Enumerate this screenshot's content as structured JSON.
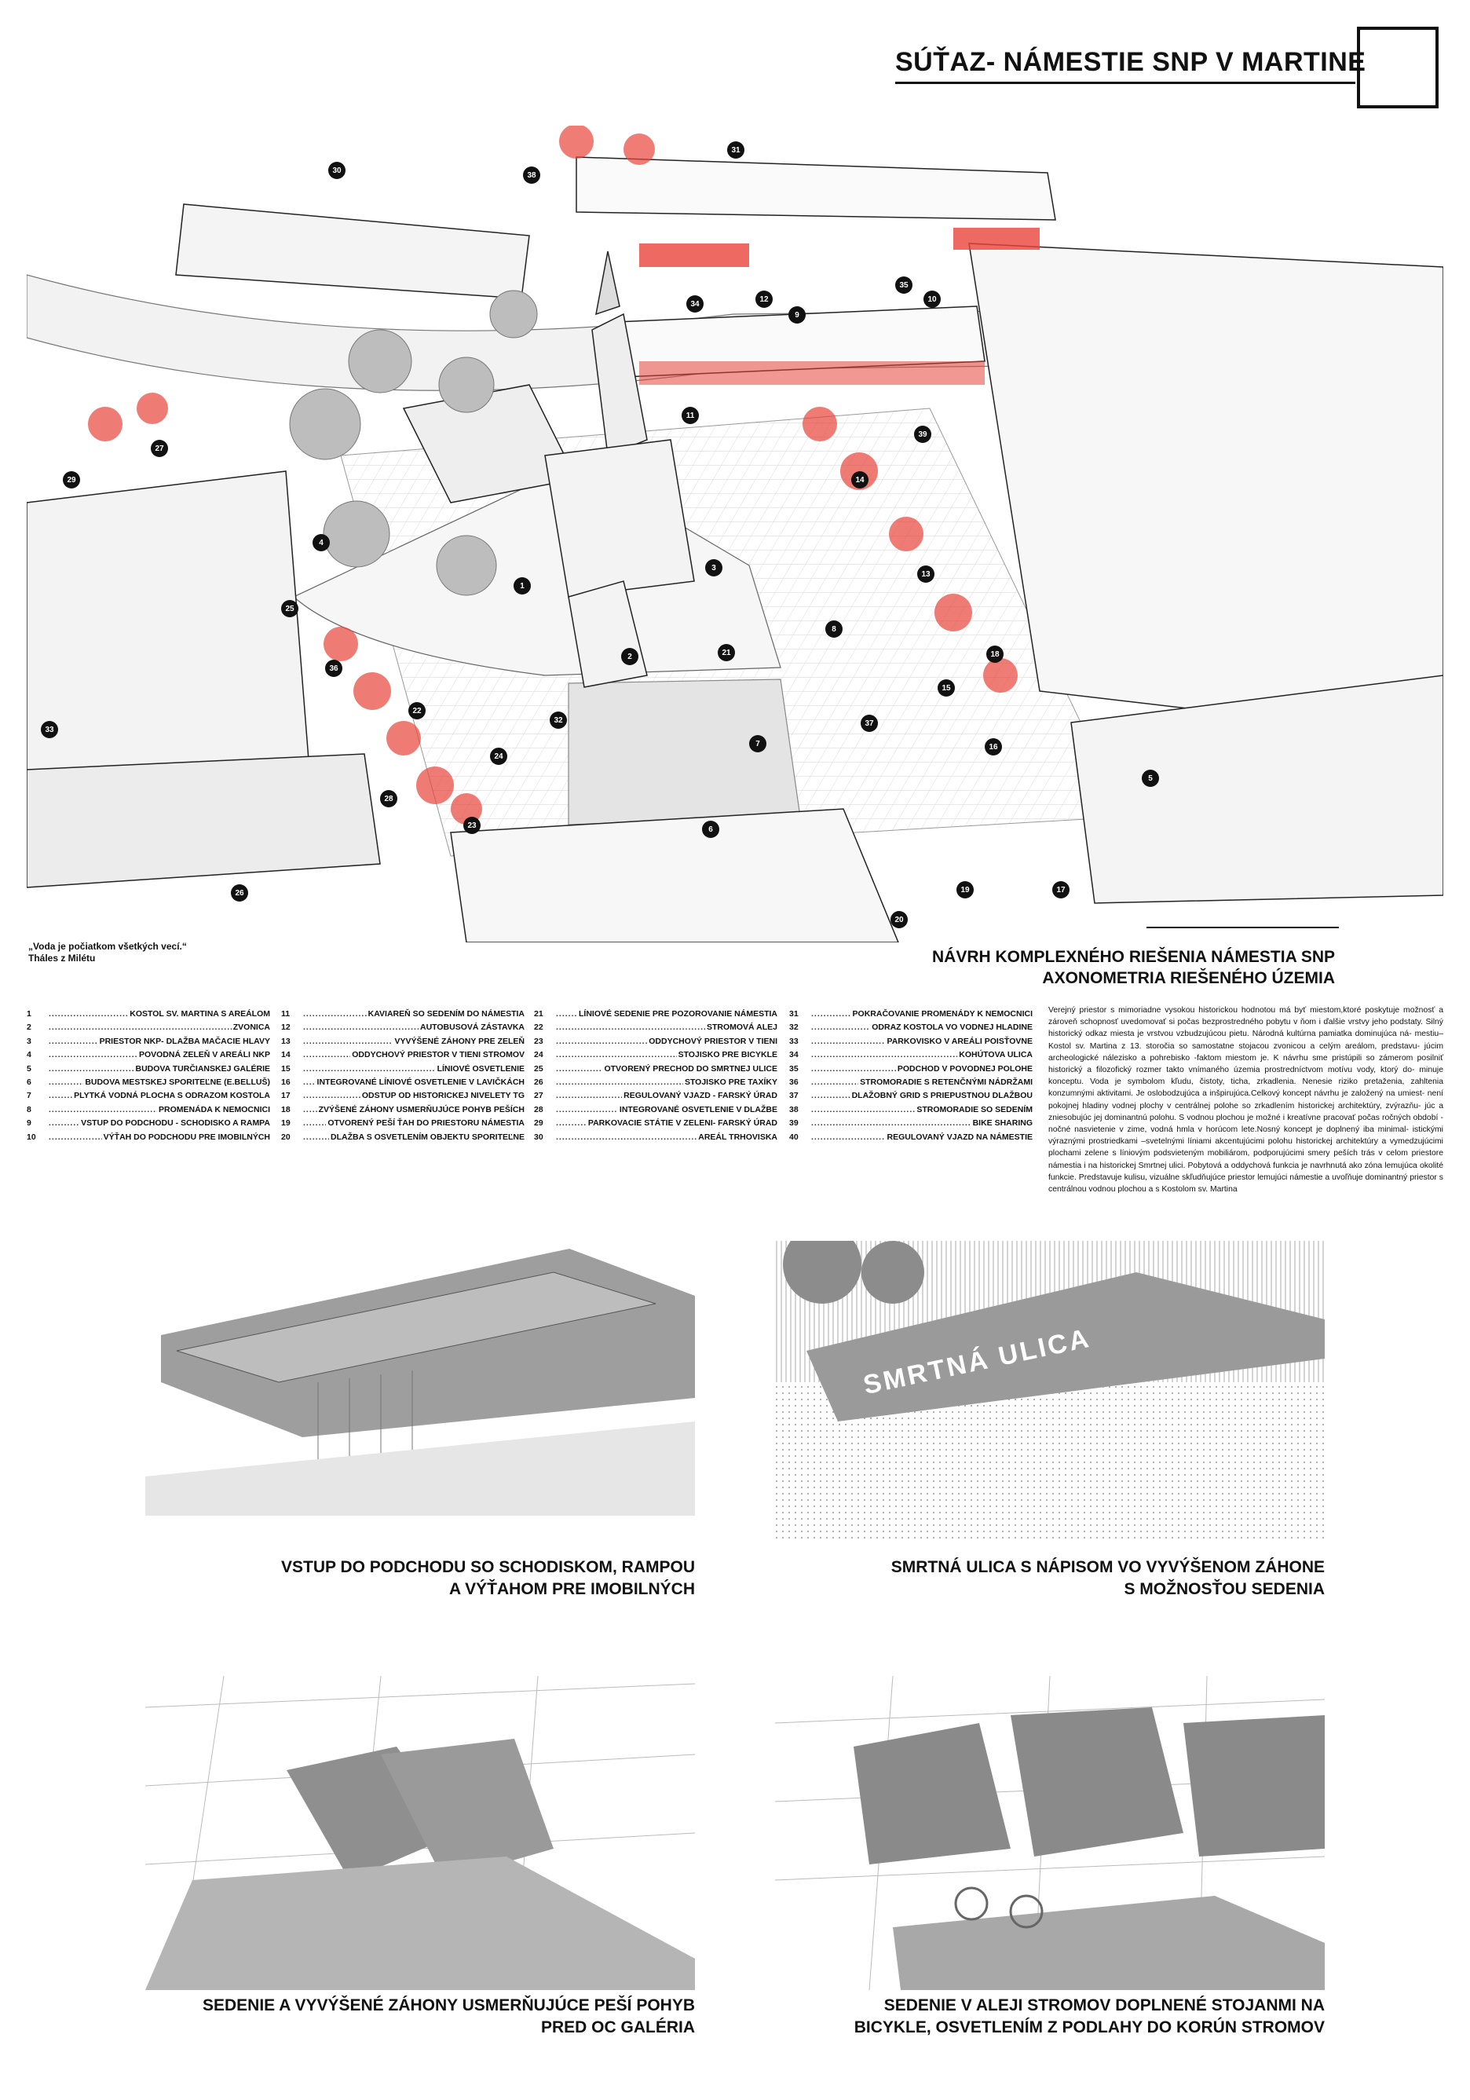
{
  "header": {
    "title": "SÚŤAZ- NÁMESTIE SNP V MARTINE"
  },
  "quote": {
    "line1": "„Voda je počiatkom všetkých vecí.“",
    "line2": "Tháles z Milétu"
  },
  "axonometry": {
    "title_line1": "NÁVRH KOMPLEXNÉHO RIEŠENIA NÁMESTIA SNP",
    "title_line2": "AXONOMETRIA RIEŠENÉHO ÚZEMIA",
    "markers": [
      "1",
      "2",
      "3",
      "4",
      "5",
      "6",
      "7",
      "8",
      "9",
      "10",
      "11",
      "12",
      "13",
      "14",
      "15",
      "16",
      "17",
      "18",
      "19",
      "20",
      "21",
      "22",
      "23",
      "24",
      "25",
      "26",
      "27",
      "28",
      "29",
      "30",
      "31",
      "32",
      "33",
      "34",
      "35",
      "36",
      "37",
      "38",
      "39"
    ]
  },
  "legend": {
    "col1": [
      {
        "num": "1",
        "text": "KOSTOL SV. MARTINA S AREÁLOM"
      },
      {
        "num": "2",
        "text": "ZVONICA"
      },
      {
        "num": "3",
        "text": "PRIESTOR NKP- DLAŽBA MAČACIE HLAVY"
      },
      {
        "num": "4",
        "text": "POVODNÁ ZELEŇ V AREÁLI NKP"
      },
      {
        "num": "5",
        "text": "BUDOVA TURČIANSKEJ GALÉRIE"
      },
      {
        "num": "6",
        "text": "BUDOVA MESTSKEJ SPORITEĽNE (E.BELLUŠ)"
      },
      {
        "num": "7",
        "text": "PLYTKÁ VODNÁ PLOCHA S ODRAZOM KOSTOLA"
      },
      {
        "num": "8",
        "text": "PROMENÁDA K NEMOCNICI"
      },
      {
        "num": "9",
        "text": "VSTUP DO PODCHODU - SCHODISKO A RAMPA"
      },
      {
        "num": "10",
        "text": "VÝŤAH DO PODCHODU PRE IMOBILNÝCH"
      }
    ],
    "col2": [
      {
        "num": "11",
        "text": "KAVIAREŇ SO SEDENÍM DO NÁMESTIA"
      },
      {
        "num": "12",
        "text": "AUTOBUSOVÁ ZÁSTAVKA"
      },
      {
        "num": "13",
        "text": "VYVÝŠENÉ ZÁHONY PRE ZELEŇ"
      },
      {
        "num": "14",
        "text": "ODDYCHOVÝ PRIESTOR V TIENI STROMOV"
      },
      {
        "num": "15",
        "text": "LÍNIOVÉ OSVETLENIE"
      },
      {
        "num": "16",
        "text": "INTEGROVANÉ LÍNIOVÉ OSVETLENIE V LAVIČKÁCH"
      },
      {
        "num": "17",
        "text": "ODSTUP OD HISTORICKEJ NIVELETY TG"
      },
      {
        "num": "18",
        "text": "ZVÝŠENÉ ZÁHONY USMERŇUJÚCE POHYB PEŠÍCH"
      },
      {
        "num": "19",
        "text": "OTVORENÝ PEŠÍ ŤAH DO PRIESTORU NÁMESTIA"
      },
      {
        "num": "20",
        "text": "DLAŽBA S OSVETLENÍM OBJEKTU SPORITEĽNE"
      }
    ],
    "col3": [
      {
        "num": "21",
        "text": "LÍNIOVÉ SEDENIE PRE POZOROVANIE NÁMESTIA"
      },
      {
        "num": "22",
        "text": "STROMOVÁ ALEJ"
      },
      {
        "num": "23",
        "text": "ODDYCHOVÝ PRIESTOR V TIENI"
      },
      {
        "num": "24",
        "text": "STOJISKO PRE BICYKLE"
      },
      {
        "num": "25",
        "text": "OTVORENÝ PRECHOD DO SMRTNEJ ULICE"
      },
      {
        "num": "26",
        "text": "STOJISKO PRE TAXÍKY"
      },
      {
        "num": "27",
        "text": "REGULOVANÝ VJAZD - FARSKÝ ÚRAD"
      },
      {
        "num": "28",
        "text": "INTEGROVANÉ OSVETLENIE V DLAŽBE"
      },
      {
        "num": "29",
        "text": "PARKOVACIE STÁTIE V ZELENI- FARSKÝ ÚRAD"
      },
      {
        "num": "30",
        "text": "AREÁL TRHOVISKA"
      }
    ],
    "col4": [
      {
        "num": "31",
        "text": "POKRAČOVANIE PROMENÁDY K NEMOCNICI"
      },
      {
        "num": "32",
        "text": "ODRAZ KOSTOLA VO VODNEJ HLADINE"
      },
      {
        "num": "33",
        "text": "PARKOVISKO V AREÁLI POISŤOVNE"
      },
      {
        "num": "34",
        "text": "KOHÚTOVA ULICA"
      },
      {
        "num": "35",
        "text": "PODCHOD V POVODNEJ POLOHE"
      },
      {
        "num": "36",
        "text": "STROMORADIE S RETENČNÝMI NÁDRŽAMI"
      },
      {
        "num": "37",
        "text": "DLAŽOBNÝ GRID S PRIEPUSTNOU DLAŽBOU"
      },
      {
        "num": "38",
        "text": "STROMORADIE SO SEDENÍM"
      },
      {
        "num": "39",
        "text": "BIKE SHARING"
      },
      {
        "num": "40",
        "text": "REGULOVANÝ VJAZD NA NÁMESTIE"
      }
    ]
  },
  "description": "Verejný priestor s mimoriadne vysokou historickou hodnotou má byť miestom,ktoré poskytuje možnosť a zároveň schopnosť uvedomovať si počas bezprostredného pobytu v ňom i ďalšie vrstvy jeho podstaty. Silný historický odkaz miesta je vrstvou vzbudzujúcou pietu. Národná kultúrna pamiatka dominujúca ná- mestiu–Kostol sv. Martina z 13. storočia so samostatne stojacou zvonicou a celým areálom, predstavu- júcim archeologické nálezisko a pohrebisko -faktom miestom je. K návrhu sme pristúpili so zámerom posilniť historický a filozofický rozmer takto vnímaného územia prostredníctvom motívu vody, ktorý do- minuje konceptu. Voda je symbolom kľudu, čistoty, ticha, zrkadlenia. Nenesie riziko pretaženia, zahltenia konzumnými aktivitami. Je oslobodzujúca a inšpirujúca.Celkový koncept návrhu je založený na umiest- není pokojnej hladiny vodnej plochy v centrálnej polohe so zrkadlením historickej architektúry, zvýrazňu- júc a zniesobujúc jej dominantnú polohu. S vodnou plochou je možné i kreatívne pracovať počas ročných období - nočné nasvietenie v zime, vodná hmla v horúcom lete.Nosný koncept je doplnený iba minimal- istickými výraznými prostriedkami –svetelnými líniami akcentujúcimi polohu historickej architektúry a vymedzujúcimi plochami zelene s líniovým podsvieteným mobiliárom, podporujúcimi smery peších trás v celom priestore námestia i na historickej Smrtnej ulici. Pobytová a oddychová funkcia je navrhnutá ako zóna lemujúca okolité funkcie. Predstavuje kulisu, vizuálne skľudňujúce priestor lemujúci námestie a uvoľňuje dominantný priestor s centrálnou vodnou plochou a s Kostolom sv. Martina",
  "panels": [
    {
      "caption_line1": "VSTUP DO PODCHODU SO SCHODISKOM, RAMPOU",
      "caption_line2": "A VÝŤAHOM PRE IMOBILNÝCH"
    },
    {
      "caption_line1": "SMRTNÁ ULICA S NÁPISOM VO VYVÝŠENOM ZÁHONE",
      "caption_line2": "S MOŽNOSŤOU SEDENIA",
      "sign_text": "SMRTNÁ ULICA"
    },
    {
      "caption_line1": "SEDENIE A VYVÝŠENÉ ZÁHONY USMERŇUJÚCE PEŠÍ POHYB",
      "caption_line2": "PRED OC GALÉRIA"
    },
    {
      "caption_line1": "SEDENIE V ALEJI STROMOV DOPLNENÉ STOJANMI NA",
      "caption_line2": "BICYKLE, OSVETLENÍM Z PODLAHY DO KORÚN STROMOV"
    }
  ],
  "colors": {
    "accent": "#e8443a",
    "gray": "#9a9a9a",
    "dark": "#111111"
  }
}
